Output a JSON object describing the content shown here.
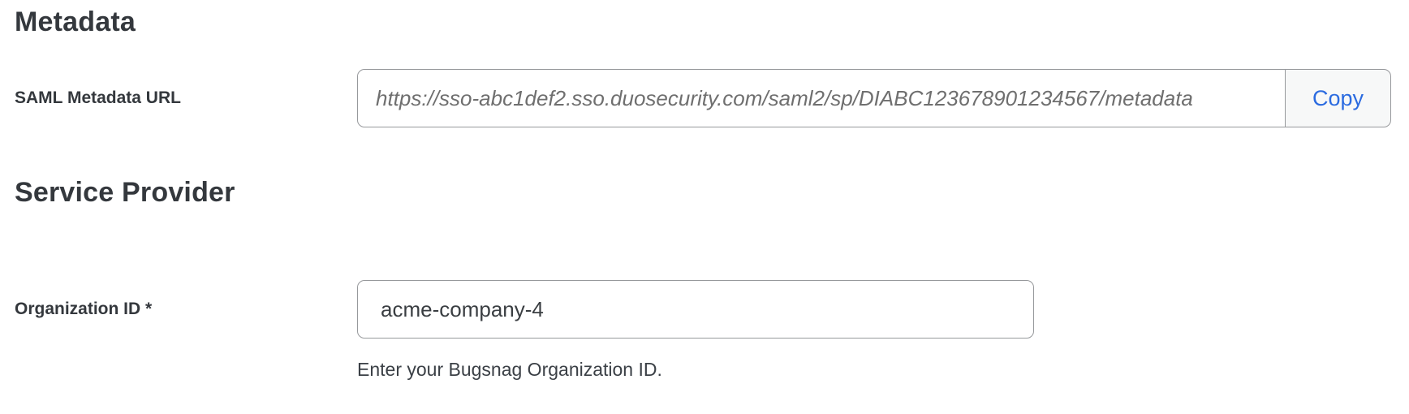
{
  "metadata_section": {
    "heading": "Metadata",
    "saml_field": {
      "label": "SAML Metadata URL",
      "value": "https://sso-abc1def2.sso.duosecurity.com/saml2/sp/DIABC123678901234567/metadata",
      "copy_button_label": "Copy"
    }
  },
  "service_provider_section": {
    "heading": "Service Provider",
    "organization_field": {
      "label": "Organization ID *",
      "value": "acme-company-4",
      "help_text": "Enter your Bugsnag Organization ID."
    }
  },
  "colors": {
    "heading_text": "#34383d",
    "label_text": "#34383d",
    "input_border": "#97999c",
    "url_value_text": "#6f6f6f",
    "input_value_text": "#3a3e42",
    "copy_button_text": "#2b6be0",
    "copy_button_background": "#f7f8f8",
    "help_text": "#3b4046",
    "page_background": "#ffffff"
  }
}
